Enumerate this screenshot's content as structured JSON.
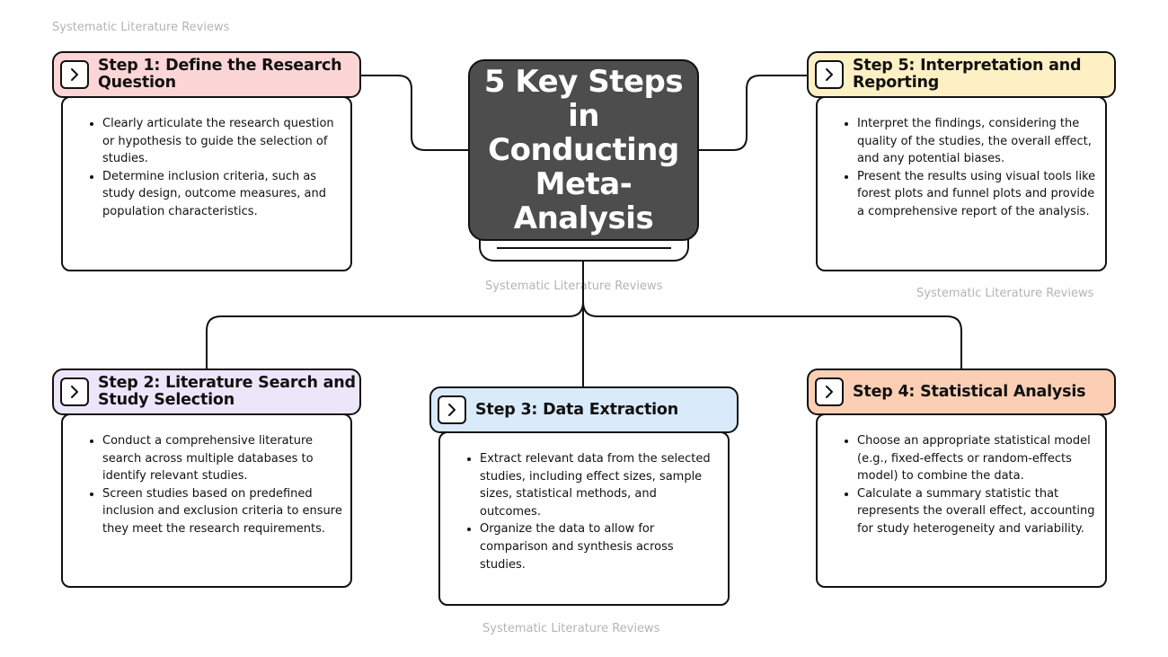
{
  "watermark": "Systematic Literature Reviews",
  "center": {
    "lines": [
      "5 Key Steps in",
      "Conducting",
      "Meta-Analysis"
    ]
  },
  "steps": [
    {
      "title": "Step 1: Define the Research Question",
      "color": "#fcd6d6",
      "bullets": [
        "Clearly articulate the research question or hypothesis to guide the selection of studies.",
        "Determine inclusion criteria, such as study design, outcome measures, and population characteristics."
      ]
    },
    {
      "title": "Step 2: Literature Search and Study Selection",
      "color": "#ece6fb",
      "bullets": [
        "Conduct a comprehensive literature search across multiple databases to identify relevant studies.",
        "Screen studies based on predefined inclusion and exclusion criteria to ensure they meet the research requirements."
      ]
    },
    {
      "title": "Step 3: Data Extraction",
      "color": "#d9eafb",
      "bullets": [
        "Extract relevant data from the selected studies, including effect sizes, sample sizes, statistical methods, and outcomes.",
        "Organize the data to allow for comparison and synthesis across studies."
      ]
    },
    {
      "title": "Step 4: Statistical Analysis",
      "color": "#fccfb5",
      "bullets": [
        "Choose an appropriate statistical model (e.g., fixed-effects or random-effects model) to combine the data.",
        "Calculate a summary statistic that represents the overall effect, accounting for study heterogeneity and variability."
      ]
    },
    {
      "title": "Step 5: Interpretation and Reporting",
      "color": "#fdf0c4",
      "bullets": [
        "Interpret the findings, considering the quality of the studies, the overall effect, and any potential biases.",
        "Present the results using visual tools like forest plots and funnel plots and provide a comprehensive report of the analysis."
      ]
    }
  ]
}
